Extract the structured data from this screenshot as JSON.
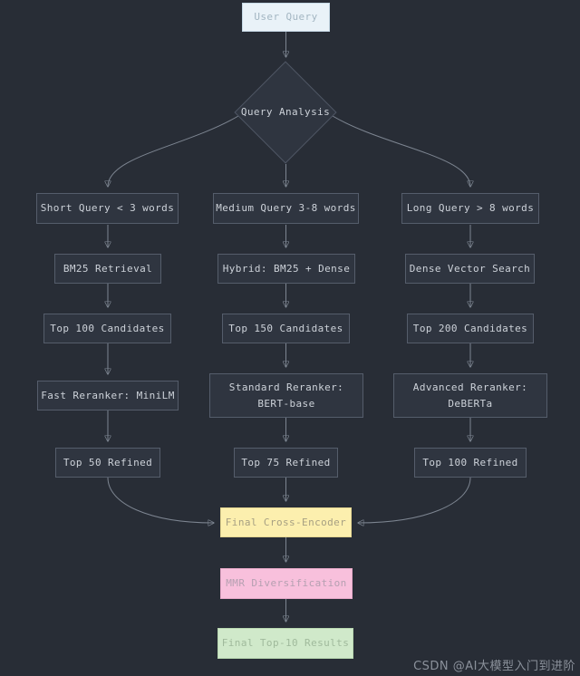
{
  "colors": {
    "background": "#282d36",
    "node_fill": "#2f3540",
    "node_border": "#555d6b",
    "node_text": "#cdd2d9",
    "edge": "#7d8591",
    "start_node_fill": "#e9f2f8",
    "final_encoder_fill": "#fcefae",
    "mmr_fill": "#f8c0dc",
    "results_fill": "#d0e9ca"
  },
  "nodes": {
    "user_query": {
      "label": "User Query"
    },
    "query_analysis": {
      "label": "Query Analysis"
    },
    "short_query": {
      "label": "Short Query < 3 words"
    },
    "medium_query": {
      "label": "Medium Query 3-8 words"
    },
    "long_query": {
      "label": "Long Query > 8 words"
    },
    "bm25": {
      "label": "BM25 Retrieval"
    },
    "hybrid": {
      "label": "Hybrid: BM25 + Dense"
    },
    "dense": {
      "label": "Dense Vector Search"
    },
    "top100_candidates": {
      "label": "Top 100 Candidates"
    },
    "top150_candidates": {
      "label": "Top 150 Candidates"
    },
    "top200_candidates": {
      "label": "Top 200 Candidates"
    },
    "fast_reranker": {
      "label": "Fast Reranker: MiniLM"
    },
    "standard_reranker": {
      "lines": [
        "Standard Reranker:",
        "BERT-base"
      ]
    },
    "advanced_reranker": {
      "lines": [
        "Advanced Reranker:",
        "DeBERTa"
      ]
    },
    "top50_refined": {
      "label": "Top 50 Refined"
    },
    "top75_refined": {
      "label": "Top 75 Refined"
    },
    "top100_refined": {
      "label": "Top 100 Refined"
    },
    "final_cross_encoder": {
      "label": "Final Cross-Encoder"
    },
    "mmr_diversification": {
      "label": "MMR Diversification"
    },
    "final_top10": {
      "label": "Final Top-10 Results"
    }
  },
  "watermark": "CSDN @AI大模型入门到进阶"
}
